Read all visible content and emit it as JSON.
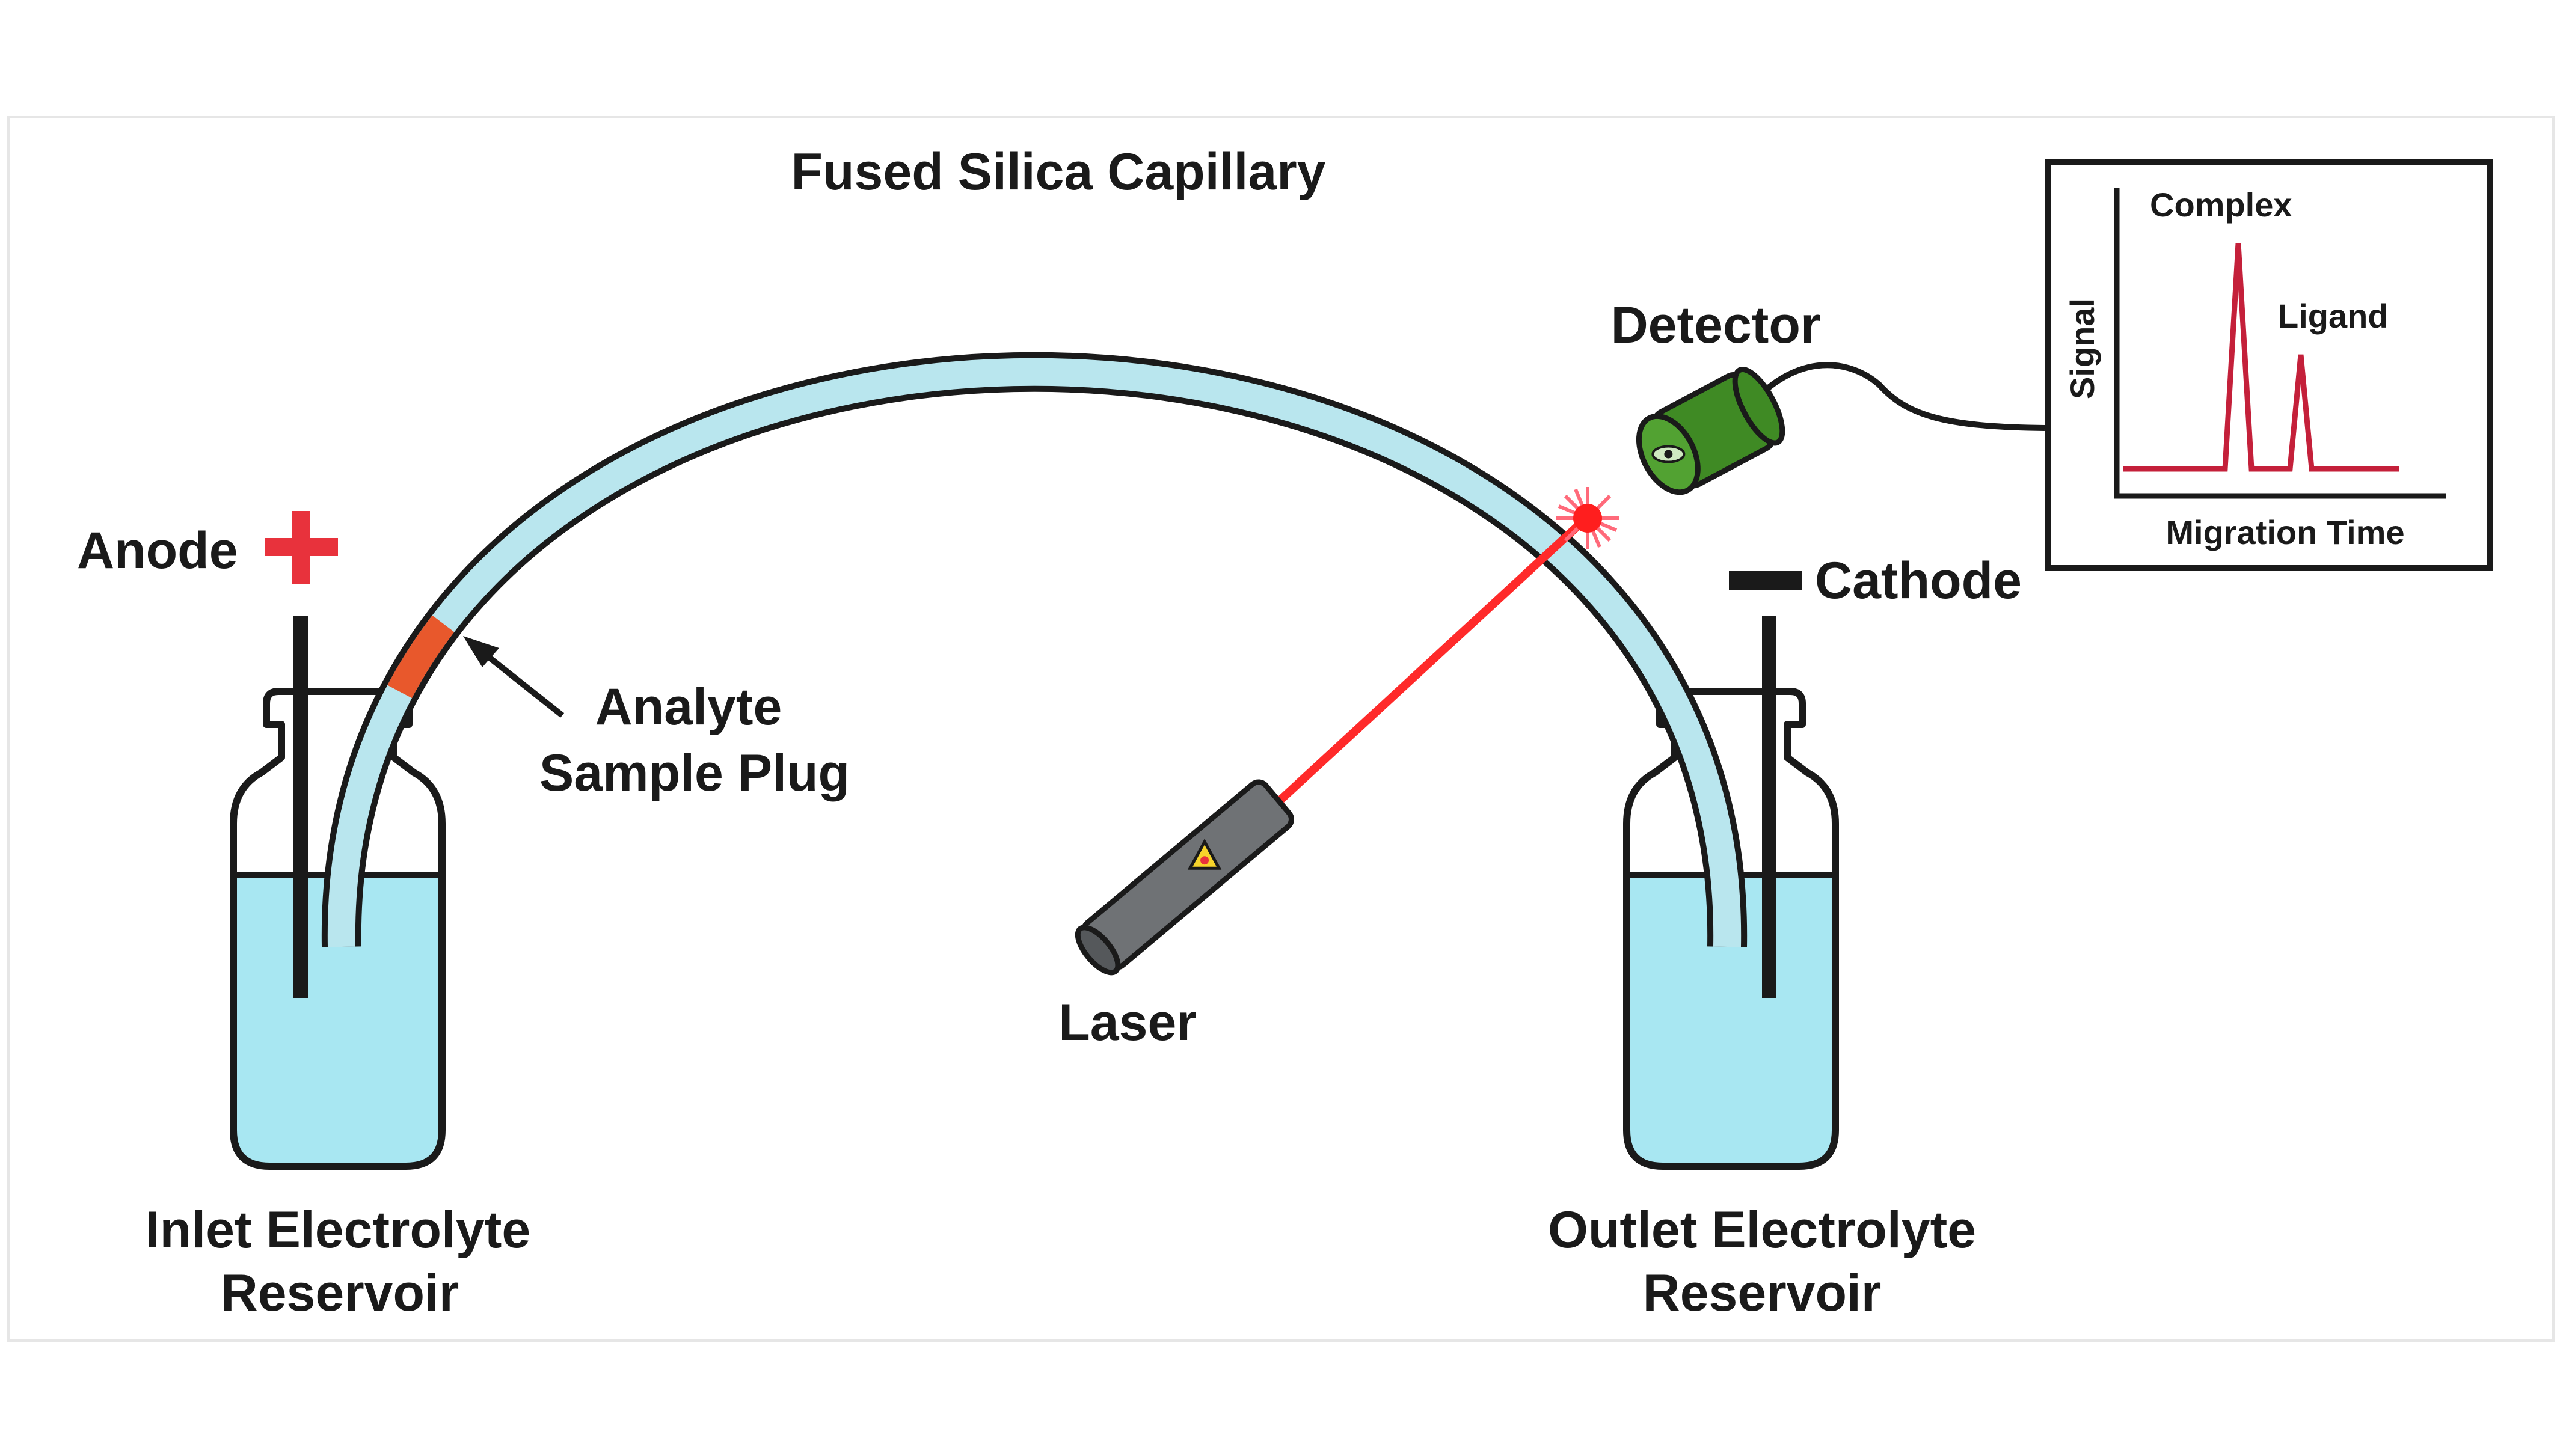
{
  "labels": {
    "capillary": "Fused Silica Capillary",
    "detector": "Detector",
    "anode": "Anode",
    "cathode": "Cathode",
    "analyte_line1": "Analyte",
    "analyte_line2": "Sample Plug",
    "laser": "Laser",
    "inlet_line1": "Inlet Electrolyte",
    "inlet_line2": "Reservoir",
    "outlet_line1": "Outlet Electrolyte",
    "outlet_line2": "Reservoir"
  },
  "electropherogram": {
    "ylabel": "Signal",
    "xlabel": "Migration Time",
    "peaks": [
      {
        "label": "Complex"
      },
      {
        "label": "Ligand"
      }
    ]
  },
  "colors": {
    "capillary_fill": "#b9e6ee",
    "electrolyte": "#a8e7f2",
    "sample_plug": "#e8582c",
    "laser_beam": "#ff2a2a",
    "detector_body": "#3f8a24",
    "laser_body": "#6f7275",
    "trace": "#c4203a",
    "plus_sign": "#e8323c"
  }
}
